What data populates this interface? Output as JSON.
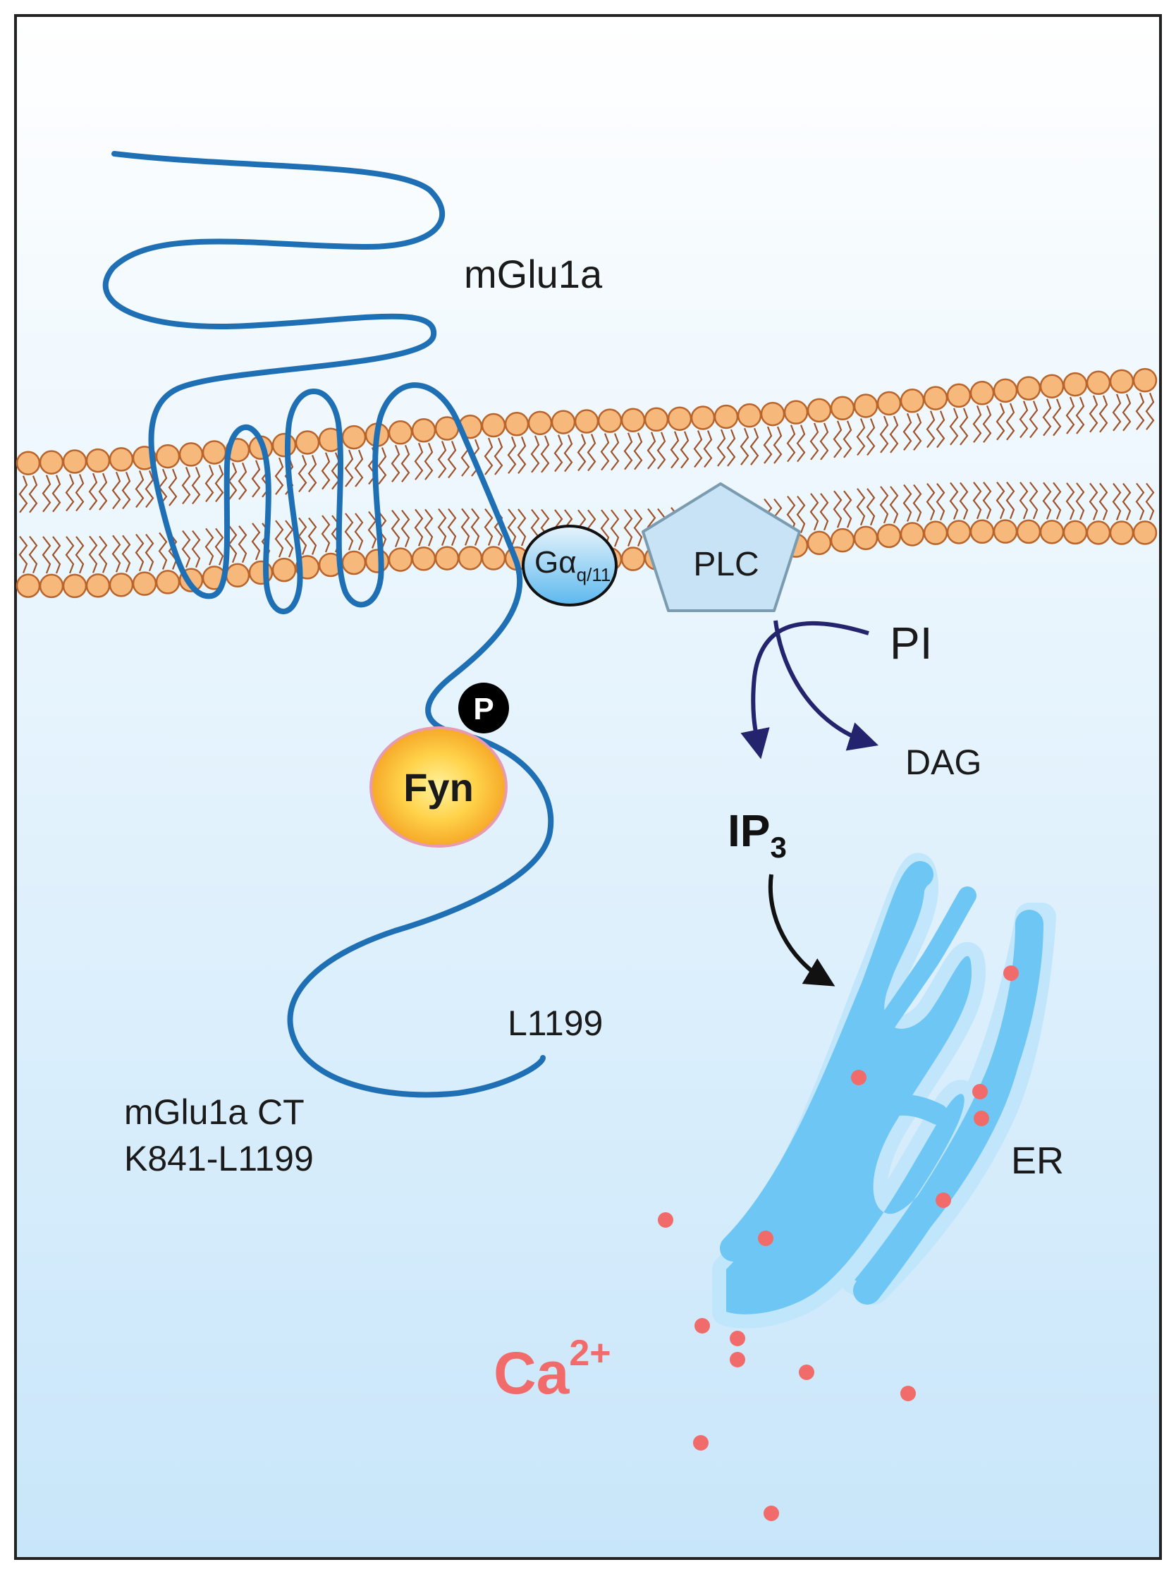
{
  "labels": {
    "receptor": "mGlu1a",
    "g_protein_main": "Gα",
    "g_protein_sub": "q/11",
    "plc": "PLC",
    "pi": "PI",
    "dag": "DAG",
    "ip3_main": "IP",
    "ip3_sub": "3",
    "phospho": "P",
    "fyn": "Fyn",
    "terminal_residue": "L1199",
    "ct_line1": "mGlu1a CT",
    "ct_line2": "K841-L1199",
    "er": "ER",
    "calcium_main": "Ca",
    "calcium_sup": "2+"
  },
  "colors": {
    "background_top": "#ffffff",
    "background_bottom": "#c8e6fa",
    "receptor_line": "#1f6fb5",
    "lipid_head": "#f7b87c",
    "lipid_head_stroke": "#b8642a",
    "lipid_tail": "#a0532a",
    "arrow_navy": "#24246e",
    "calcium": "#f26b6b",
    "er_fill": "#6ec6f5",
    "er_glow": "#bfe6fb",
    "fyn_core": "#ffd24a",
    "fyn_edge": "#f4a020",
    "plc_fill": "#c7e3f5",
    "plc_stroke": "#7a9bb0",
    "text": "#1a1a1a"
  }
}
